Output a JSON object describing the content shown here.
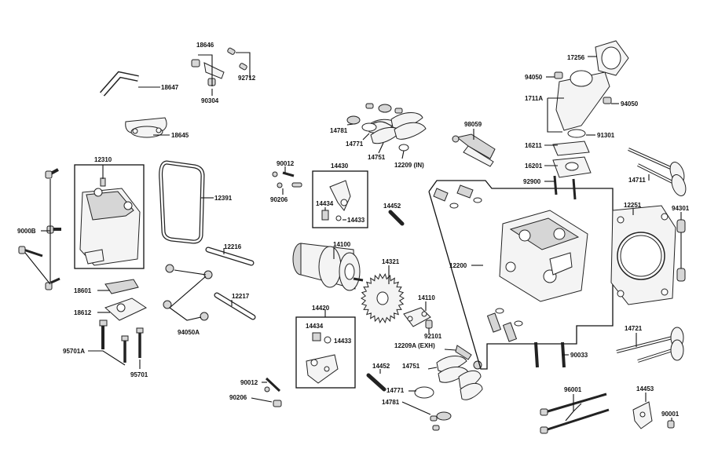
{
  "labels": {
    "l18646": "18646",
    "l92712": "92712",
    "l18647": "18647",
    "l90304": "90304",
    "l18645": "18645",
    "l12310": "12310",
    "l12391": "12391",
    "l9000B": "9000B",
    "l18601": "18601",
    "l18612": "18612",
    "l95701A": "95701A",
    "l95701": "95701",
    "l12216": "12216",
    "l12217": "12217",
    "l94050A": "94050A",
    "l90012a": "90012",
    "l90206a": "90206",
    "l14430": "14430",
    "l14434a": "14434",
    "l14433a": "14433",
    "l14452a": "14452",
    "l14781a": "14781",
    "l14771a": "14771",
    "l14751a": "14751",
    "l12209in": "12209 (IN)",
    "l98059": "98059",
    "l14100": "14100",
    "l14321": "14321",
    "l14110": "14110",
    "l92101": "92101",
    "l12209exh": "12209A (EXH)",
    "l14420": "14420",
    "l14434b": "14434",
    "l14433b": "14433",
    "l90012b": "90012",
    "l90206b": "90206",
    "l14452b": "14452",
    "l14751b": "14751",
    "l14771b": "14771",
    "l14781b": "14781",
    "l17256": "17256",
    "l94050a": "94050",
    "l1711A": "1711A",
    "l94050b": "94050",
    "l16211": "16211",
    "l91301": "91301",
    "l16201": "16201",
    "l92900": "92900",
    "l14711": "14711",
    "l12251": "12251",
    "l94301": "94301",
    "l12200": "12200",
    "l14721": "14721",
    "l90033": "90033",
    "l96001": "96001",
    "l14453": "14453",
    "l90001": "90001"
  }
}
